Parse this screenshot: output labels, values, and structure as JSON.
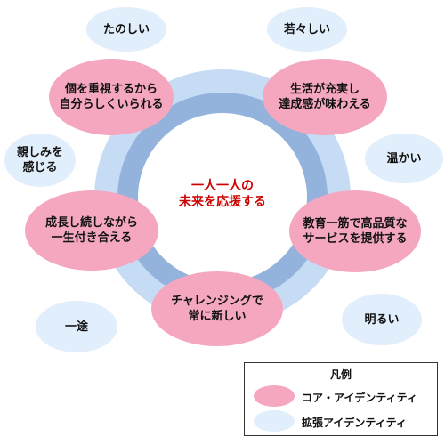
{
  "center": {
    "text": "一人一人の\n未来を応援する"
  },
  "core_items": [
    {
      "id": "individuality",
      "text": "個を重視するから\n自分らしくいられる"
    },
    {
      "id": "fulfilling-life",
      "text": "生活が充実し\n達成感が味わえる"
    },
    {
      "id": "growth",
      "text": "成長し続しながら\n一生付き合える"
    },
    {
      "id": "quality-service",
      "text": "教育一筋で高品質な\nサービスを提供する"
    },
    {
      "id": "challenging",
      "text": "チャレンジングで\n常に新しい"
    }
  ],
  "extended_items": [
    {
      "id": "fun",
      "text": "たのしい"
    },
    {
      "id": "youthful",
      "text": "若々しい"
    },
    {
      "id": "friendly",
      "text": "親しみを\n感じる"
    },
    {
      "id": "warm",
      "text": "温かい"
    },
    {
      "id": "devoted",
      "text": "一途"
    },
    {
      "id": "bright",
      "text": "明るい"
    }
  ],
  "legend": {
    "title": "凡例",
    "core_label": "コア・アイデンティティ",
    "extended_label": "拡張アイデンティティ"
  },
  "colors": {
    "core": "#f4a7bf",
    "extended": "#e1eefb",
    "ring_outer": "#c6dcf4",
    "ring_inner": "#93b3dc",
    "center_text": "#cc0000"
  }
}
